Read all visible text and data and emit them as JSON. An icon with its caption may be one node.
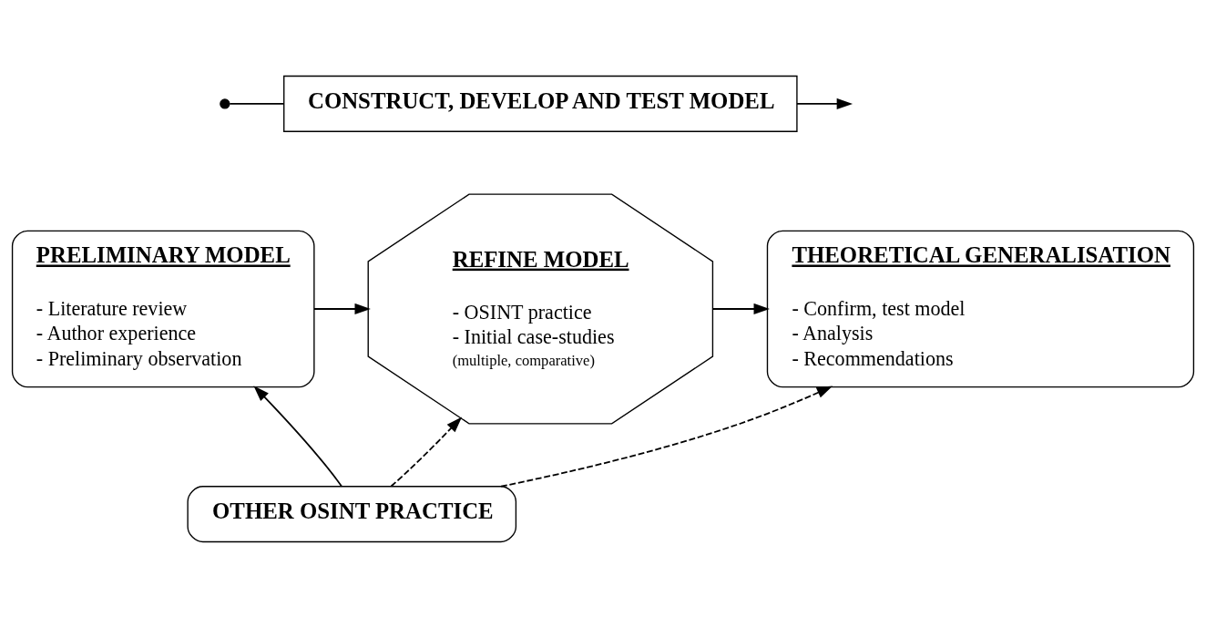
{
  "diagram": {
    "nodes": [
      {
        "text": [
          "CONSTRUCT, DEVELOP AND TEST MODEL"
        ]
      },
      {
        "text": [
          "PRELIMINARY MODEL",
          "- Literature review",
          "- Author experience",
          "- Preliminary observation"
        ]
      },
      {
        "text": [
          "REFINE MODEL",
          "- OSINT practice",
          "- Initial case-studies",
          "(multiple, comparative)"
        ]
      },
      {
        "text": [
          "THEORETICAL GENERALISATION",
          "- Confirm, test model",
          "- Analysis",
          "- Recommendations"
        ]
      },
      {
        "text": [
          "OTHER OSINT PRACTICE"
        ]
      }
    ],
    "edges": [
      {
        "from": null,
        "to": 0,
        "arrow": "other"
      },
      {
        "from": 0,
        "to": null,
        "arrow": "to"
      },
      {
        "from": 1,
        "to": 2,
        "arrow": "to"
      },
      {
        "from": 2,
        "to": 3,
        "arrow": "to"
      },
      {
        "from": 4,
        "to": 1,
        "arrow": "to"
      },
      {
        "from": 4,
        "to": 2,
        "arrow": "to",
        "style": "dashed"
      },
      {
        "from": 4,
        "to": 3,
        "arrow": "to",
        "style": "dashed"
      }
    ]
  }
}
